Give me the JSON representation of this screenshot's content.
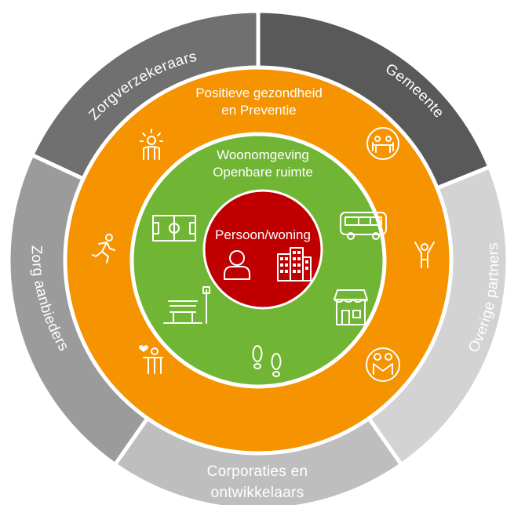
{
  "colors": {
    "gemeente": "#595959",
    "zorgverzekeraars": "#707070",
    "zorg_aanbieders": "#9b9b9b",
    "overige_partners": "#d3d3d3",
    "corporaties": "#bebebe",
    "orange_ring": "#f59300",
    "green_ring": "#71b534",
    "red_core": "#c00000",
    "separator": "#ffffff"
  },
  "outer_segments": {
    "zorgverzekeraars": "Zorgverzekeraars",
    "gemeente": "Gemeente",
    "overige_partners": "Overige partners",
    "zorg_aanbieders": "Zorg aanbieders",
    "corporaties_line1": "Corporaties en",
    "corporaties_line2": "ontwikkelaars"
  },
  "orange_ring": {
    "title_line1": "Positieve gezondheid",
    "title_line2": "en Preventie",
    "icons": [
      "bright-person-icon",
      "meeting-table-icon",
      "running-person-icon",
      "cheering-person-icon",
      "caring-person-icon",
      "people-pair-icon"
    ]
  },
  "green_ring": {
    "title_line1": "Woonomgeving",
    "title_line2": "Openbare ruimte",
    "icons": [
      "football-field-icon",
      "bus-icon",
      "park-bench-icon",
      "shop-icon",
      "footprints-icon"
    ]
  },
  "core": {
    "title": "Persoon/woning",
    "icons": [
      "person-icon",
      "apartment-buildings-icon"
    ]
  }
}
